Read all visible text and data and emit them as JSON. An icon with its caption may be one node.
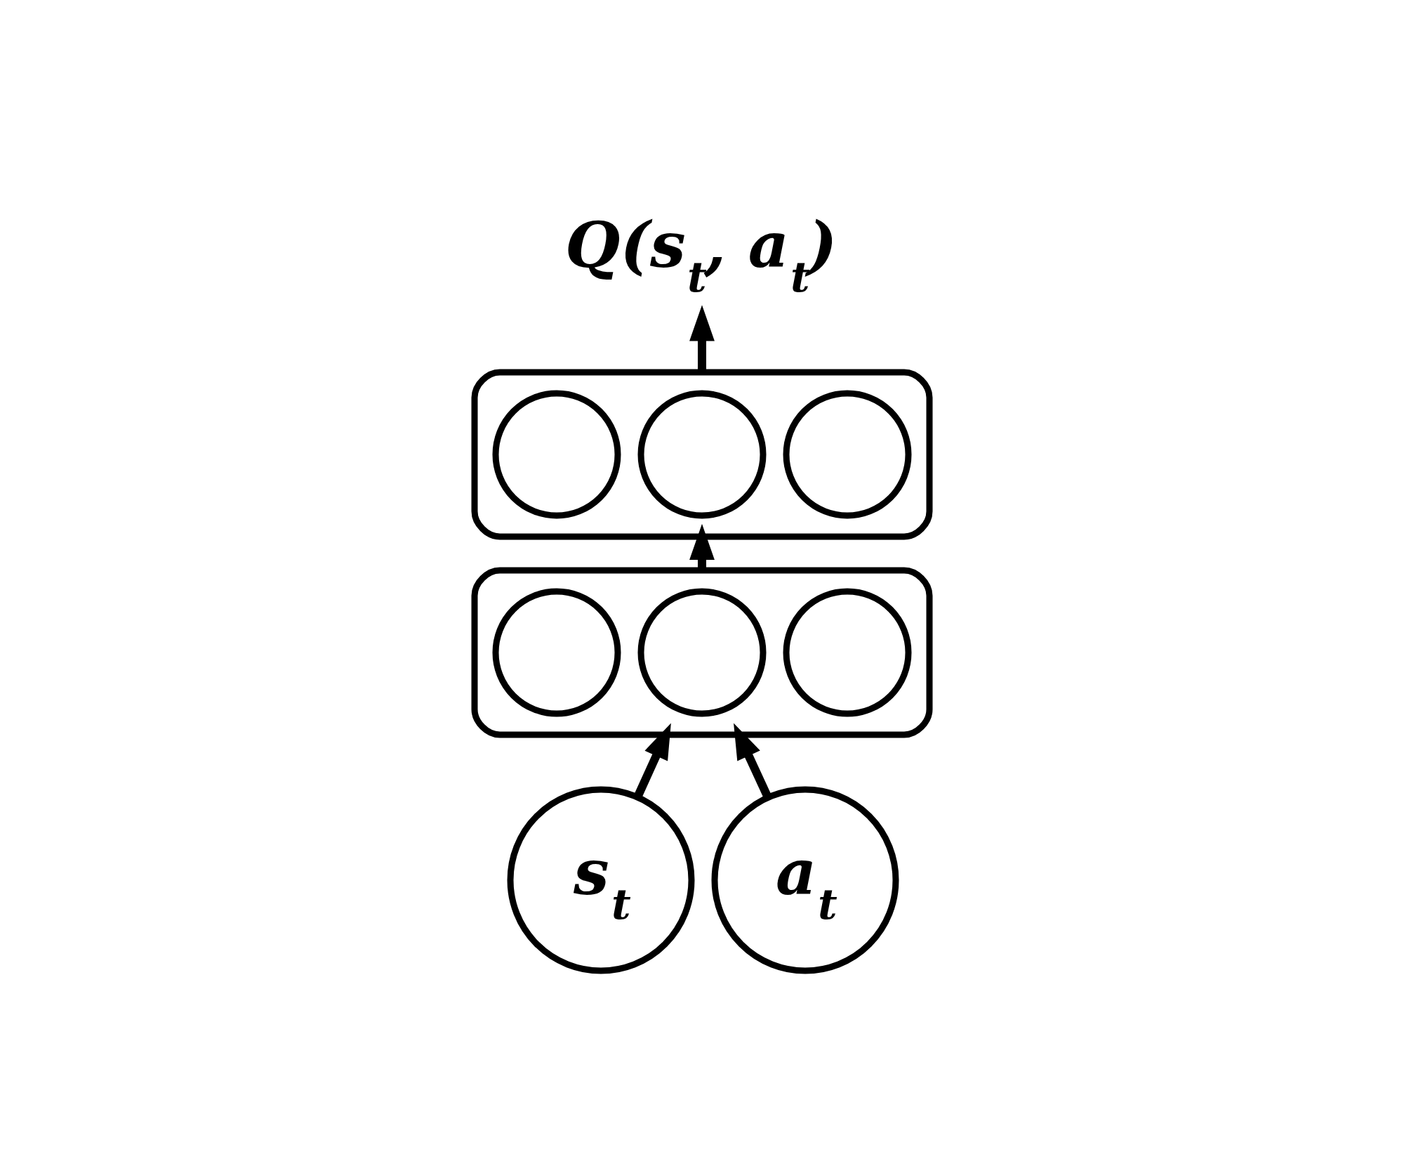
{
  "diagram": {
    "nodes": [
      {
        "text": [
          "Q(s$_{t}$, a$_{t}$)"
        ]
      },
      {
        "text": [],
        "shape": "box"
      },
      {
        "text": [],
        "shape": "circle",
        "in": 1
      },
      {
        "text": [],
        "shape": "circle",
        "in": 1
      },
      {
        "text": [],
        "shape": "circle",
        "in": 1
      },
      {
        "text": [],
        "shape": "box"
      },
      {
        "text": [],
        "shape": "circle",
        "in": 5
      },
      {
        "text": [],
        "shape": "circle",
        "in": 5
      },
      {
        "text": [],
        "shape": "circle",
        "in": 5
      },
      {
        "text": [
          "s$_{t}$"
        ]
      },
      {
        "text": [
          "a$_{t}$"
        ]
      }
    ],
    "edges": [
      {
        "from": 1,
        "to": 0,
        "arrow": "to"
      },
      {
        "from": 5,
        "to": 1,
        "arrow": "to"
      },
      {
        "from": 9,
        "to": 5,
        "arrow": "to"
      },
      {
        "from": 10,
        "to": 5,
        "arrow": "to"
      }
    ]
  }
}
